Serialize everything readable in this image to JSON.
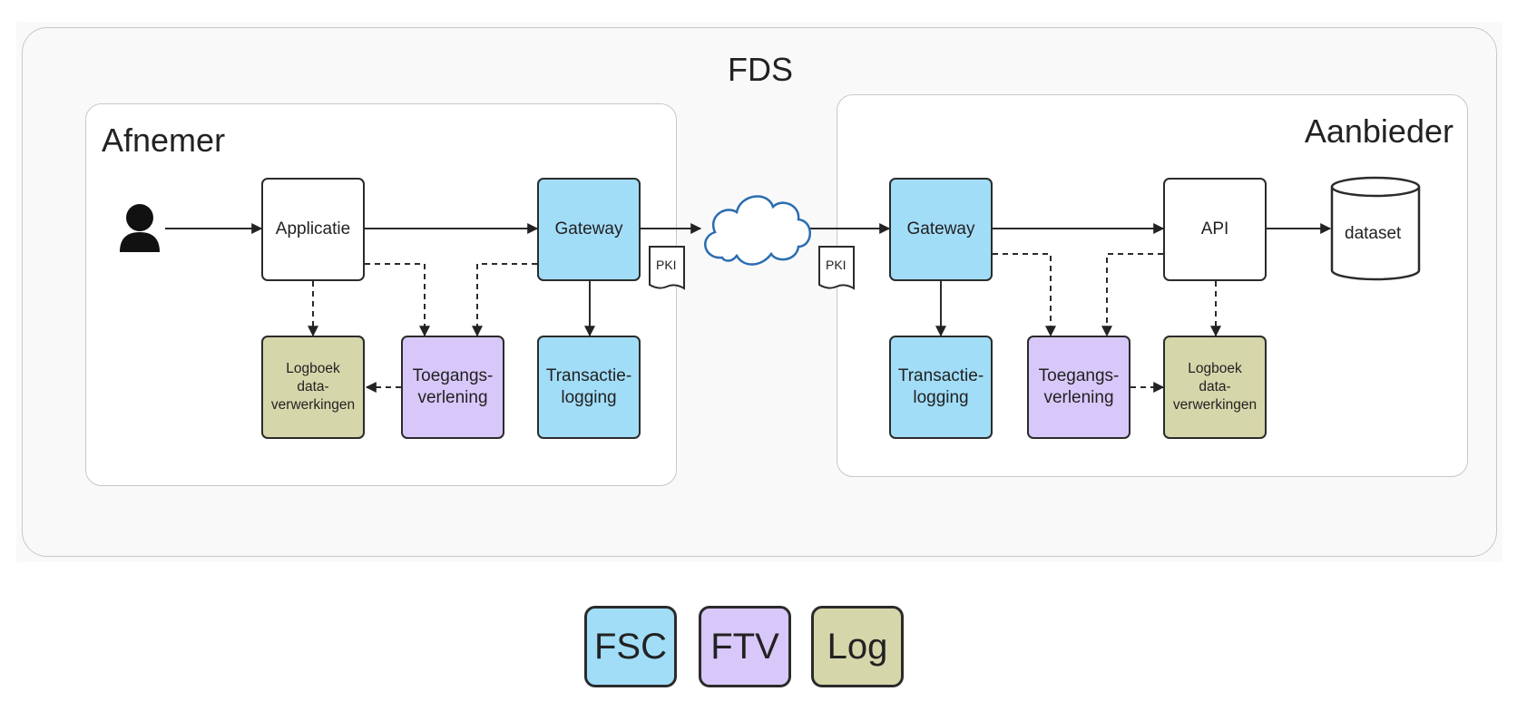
{
  "title": "FDS",
  "afnemer": {
    "title": "Afnemer",
    "applicatie": "Applicatie",
    "gateway": "Gateway",
    "logboek": "Logboek\ndata-\nverwerkingen",
    "toegang": "Toegangs-\nverlening",
    "transactie": "Transactie-\nlogging",
    "pki": "PKI"
  },
  "aanbieder": {
    "title": "Aanbieder",
    "gateway": "Gateway",
    "api": "API",
    "dataset": "dataset",
    "transactie": "Transactie-\nlogging",
    "toegang": "Toegangs-\nverlening",
    "logboek": "Logboek\ndata-\nverwerkingen",
    "pki": "PKI"
  },
  "legend": {
    "fsc": "FSC",
    "ftv": "FTV",
    "log": "Log"
  },
  "colors": {
    "fsc": "#a2ddf8",
    "ftv": "#d8c8fa",
    "log": "#d6d6ab",
    "cloud_stroke": "#2a6cb0"
  },
  "icons": {
    "user": "user-icon",
    "cloud": "cloud-icon",
    "document": "document-icon",
    "database": "database-icon"
  }
}
